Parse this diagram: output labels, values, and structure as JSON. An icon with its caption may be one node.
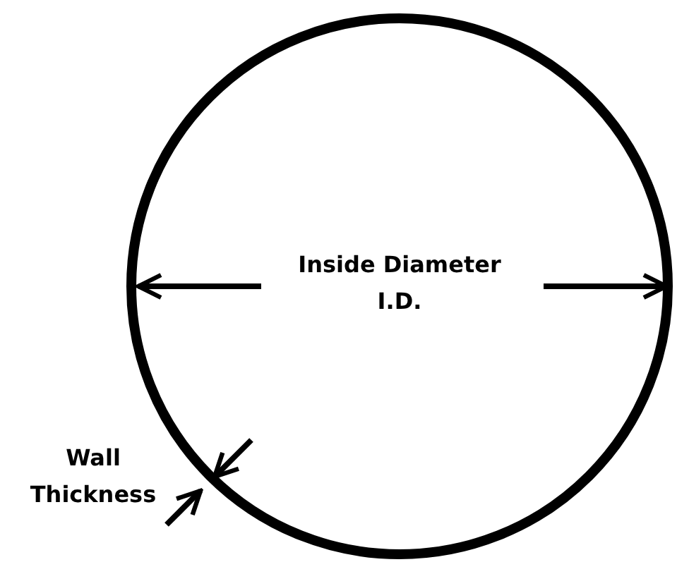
{
  "diagram": {
    "labels": [
      "Inside Diameter",
      "I.D.",
      "Wall Thickness"
    ]
  }
}
